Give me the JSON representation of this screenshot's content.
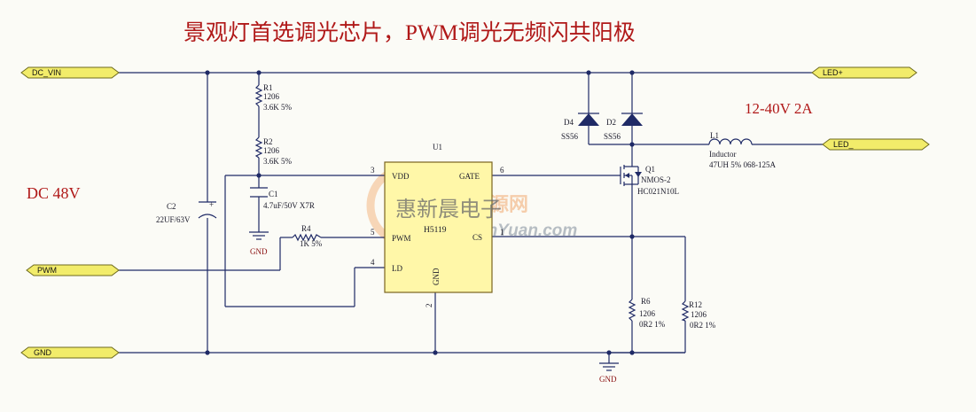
{
  "title": "景观灯首选调光芯片，PWM调光无频闪共阳极",
  "annotations": {
    "input_voltage": "DC 48V",
    "output_rating": "12-40V  2A"
  },
  "ports": {
    "dc_vin": "DC_VIN",
    "pwm": "PWM",
    "gnd": "GND",
    "led_plus": "LED+",
    "led_minus": "LED_"
  },
  "chip": {
    "ref": "U1",
    "part": "H5119",
    "pins": {
      "vdd": "VDD",
      "gate": "GATE",
      "pwm": "PWM",
      "cs": "CS",
      "ld": "LD",
      "gnd": "GND"
    },
    "pin_numbers": {
      "vdd": "3",
      "gate": "6",
      "pwm": "5",
      "cs": "1",
      "ld": "4",
      "gnd": "2"
    }
  },
  "components": {
    "r1": {
      "ref": "R1",
      "package": "1206",
      "value": "3.6K   5%"
    },
    "r2": {
      "ref": "R2",
      "package": "1206",
      "value": "3.6K   5%"
    },
    "c1": {
      "ref": "C1",
      "value": "4.7uF/50V  X7R"
    },
    "c2": {
      "ref": "C2",
      "value": "22UF/63V",
      "polarity": "+"
    },
    "r4": {
      "ref": "R4",
      "value": "1K  5%"
    },
    "d4": {
      "ref": "D4",
      "part": "SS56"
    },
    "d2": {
      "ref": "D2",
      "part": "SS56"
    },
    "l1": {
      "ref": "L1",
      "type": "Inductor",
      "value": "47UH  5%   068-125A"
    },
    "q1": {
      "ref": "Q1",
      "type": "NMOS-2",
      "part": "HC021N10L"
    },
    "r6": {
      "ref": "R6",
      "package": "1206",
      "value": "0R2 1%"
    },
    "r12": {
      "ref": "R12",
      "package": "1206",
      "value": "0R2 1%"
    }
  },
  "ground_labels": {
    "g1": "GND",
    "g2": "GND"
  },
  "watermark": {
    "company": "惠新晨电子",
    "site": "DianYuan.com",
    "site_cn": "电源网"
  },
  "colors": {
    "wire": "#1f2a66",
    "chip_fill": "#fff7a8",
    "port_fill": "#f2ec6a",
    "title_red": "#b01818"
  }
}
